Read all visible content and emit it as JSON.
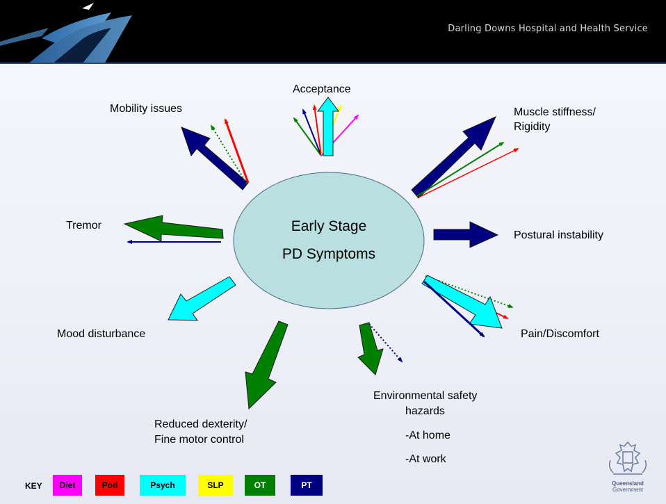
{
  "header": {
    "organisation": "Darling Downs Hospital and Health Service"
  },
  "center": {
    "line1": "Early Stage",
    "line2": "PD Symptoms"
  },
  "symptoms": {
    "acceptance": "Acceptance",
    "mobility": "Mobility issues",
    "muscle1": "Muscle stiffness/",
    "muscle2": "Rigidity",
    "tremor": "Tremor",
    "postural": "Postural instability",
    "mood": "Mood disturbance",
    "pain": "Pain/Discomfort",
    "dexterity1": "Reduced dexterity/",
    "dexterity2": "Fine motor control",
    "env1": "Environmental safety",
    "env2": "hazards",
    "env3": "-At home",
    "env4": "-At work"
  },
  "key": {
    "title": "KEY",
    "items": [
      {
        "label": "Diet",
        "color": "#ff00ff",
        "text_color": "#000000"
      },
      {
        "label": "Pod",
        "color": "#ff0000",
        "text_color": "#000000"
      },
      {
        "label": "Psych",
        "color": "#00ffff",
        "text_color": "#000000"
      },
      {
        "label": "SLP",
        "color": "#ffff00",
        "text_color": "#000000"
      },
      {
        "label": "OT",
        "color": "#008000",
        "text_color": "#ffffff"
      },
      {
        "label": "PT",
        "color": "#000080",
        "text_color": "#ffffff"
      }
    ]
  },
  "logo": {
    "line1": "Queensland",
    "line2": "Government"
  },
  "colors": {
    "diet": "#ff00ff",
    "pod": "#ff0000",
    "psych": "#00ffff",
    "slp": "#ffff00",
    "ot": "#008000",
    "pt": "#000080",
    "ellipse": "#b9dfe0"
  }
}
